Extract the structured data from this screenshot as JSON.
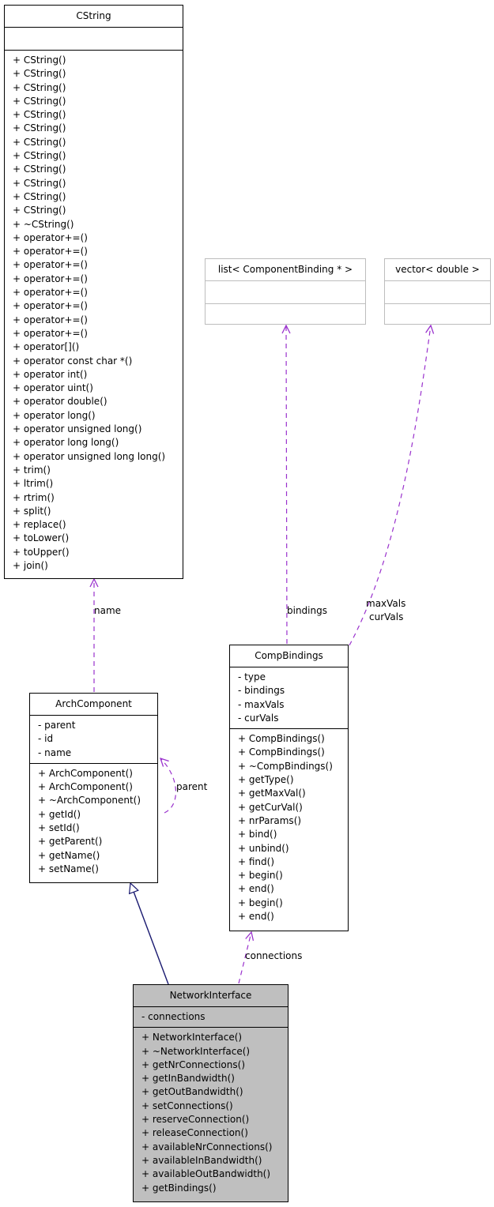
{
  "classes": {
    "cstring": {
      "name": "CString",
      "attributes": [],
      "operations": [
        "+ CString()",
        "+ CString()",
        "+ CString()",
        "+ CString()",
        "+ CString()",
        "+ CString()",
        "+ CString()",
        "+ CString()",
        "+ CString()",
        "+ CString()",
        "+ CString()",
        "+ CString()",
        "+ ~CString()",
        "+ operator+=()",
        "+ operator+=()",
        "+ operator+=()",
        "+ operator+=()",
        "+ operator+=()",
        "+ operator+=()",
        "+ operator+=()",
        "+ operator+=()",
        "+ operator[]()",
        "+ operator const char *()",
        "+ operator int()",
        "+ operator uint()",
        "+ operator double()",
        "+ operator long()",
        "+ operator unsigned long()",
        "+ operator long long()",
        "+ operator unsigned long long()",
        "+ trim()",
        "+ ltrim()",
        "+ rtrim()",
        "+ split()",
        "+ replace()",
        "+ toLower()",
        "+ toUpper()",
        "+ join()"
      ]
    },
    "list_binding": {
      "name": "list< ComponentBinding * >",
      "attributes": [],
      "operations": []
    },
    "vector_double": {
      "name": "vector< double >",
      "attributes": [],
      "operations": []
    },
    "arch_component": {
      "name": "ArchComponent",
      "attributes": [
        "- parent",
        "- id",
        "- name"
      ],
      "operations": [
        "+ ArchComponent()",
        "+ ArchComponent()",
        "+ ~ArchComponent()",
        "+ getId()",
        "+ setId()",
        "+ getParent()",
        "+ getName()",
        "+ setName()"
      ]
    },
    "comp_bindings": {
      "name": "CompBindings",
      "attributes": [
        "- type",
        "- bindings",
        "- maxVals",
        "- curVals"
      ],
      "operations": [
        "+ CompBindings()",
        "+ CompBindings()",
        "+ ~CompBindings()",
        "+ getType()",
        "+ getMaxVal()",
        "+ getCurVal()",
        "+ nrParams()",
        "+ bind()",
        "+ unbind()",
        "+ find()",
        "+ begin()",
        "+ end()",
        "+ begin()",
        "+ end()"
      ]
    },
    "network_interface": {
      "name": "NetworkInterface",
      "attributes": [
        "- connections"
      ],
      "operations": [
        "+ NetworkInterface()",
        "+ ~NetworkInterface()",
        "+ getNrConnections()",
        "+ getInBandwidth()",
        "+ getOutBandwidth()",
        "+ setConnections()",
        "+ reserveConnection()",
        "+ releaseConnection()",
        "+ availableNrConnections()",
        "+ availableInBandwidth()",
        "+ availableOutBandwidth()",
        "+ getBindings()"
      ]
    }
  },
  "edge_labels": {
    "name": "name",
    "parent": "parent",
    "bindings": "bindings",
    "maxvals": "maxVals",
    "curvals": "curVals",
    "connections": "connections"
  },
  "colors": {
    "dependency": "#9a32cd",
    "inheritance": "#191970",
    "highlight_fill": "#bfbfbf",
    "template_border": "#bdbdbd"
  }
}
